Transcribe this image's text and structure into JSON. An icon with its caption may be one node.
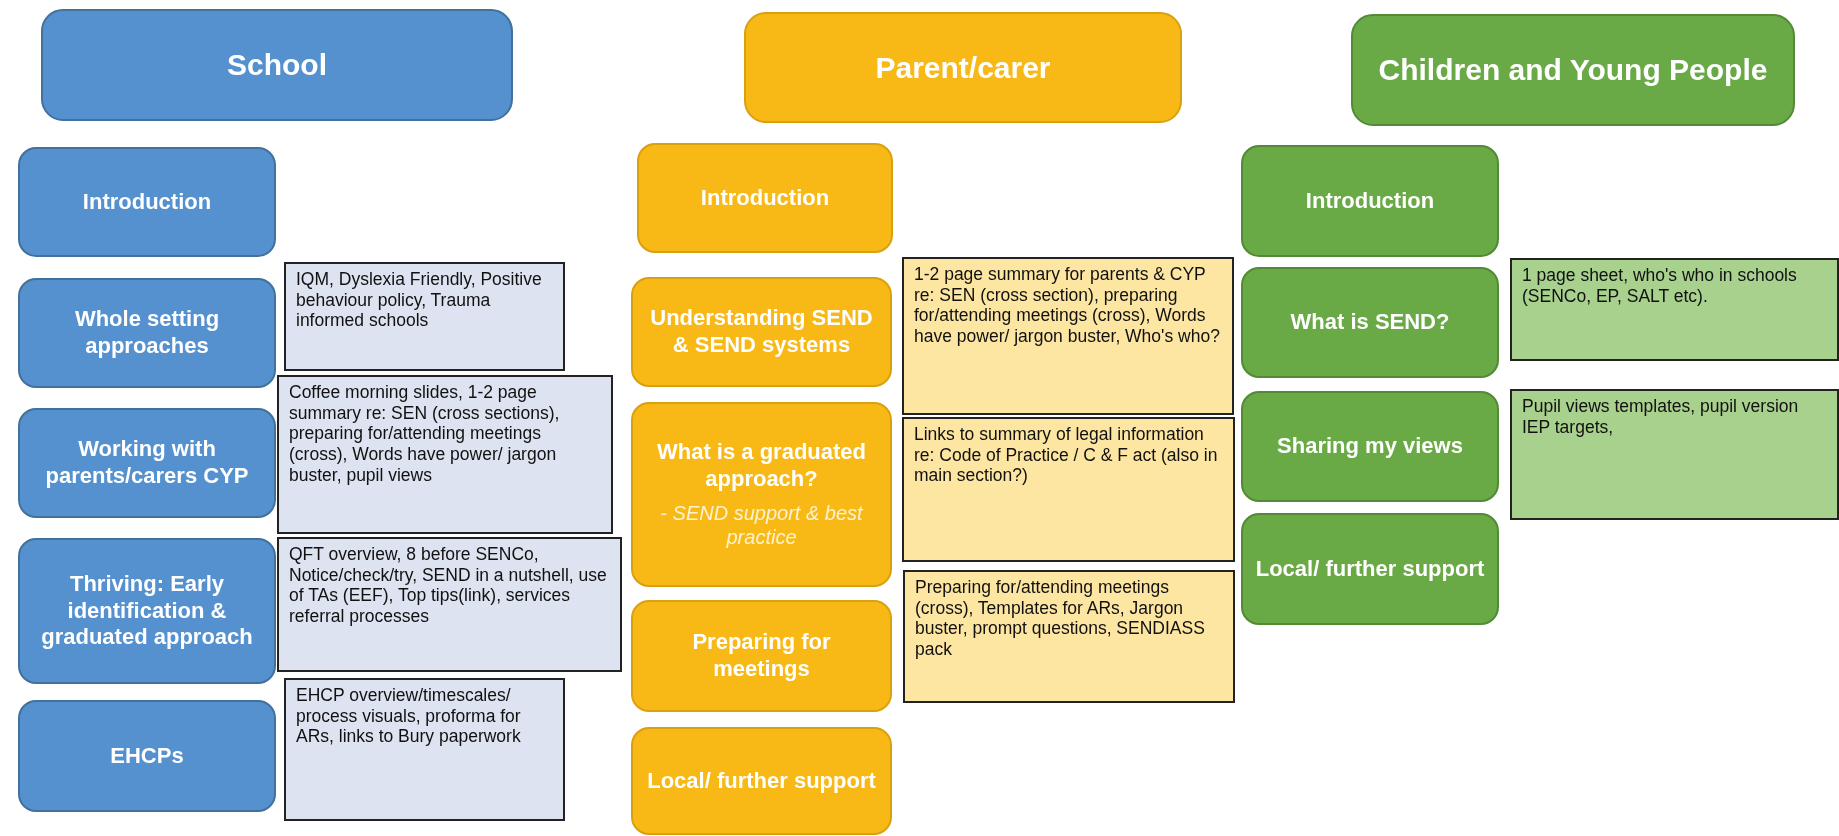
{
  "diagram": {
    "nodes": [
      {
        "text": [
          "School"
        ]
      },
      {
        "text": [
          "Parent/carer"
        ]
      },
      {
        "text": [
          "Children and Young People"
        ]
      },
      {
        "text": [
          "Introduction"
        ]
      },
      {
        "text": [
          "Whole setting approaches"
        ]
      },
      {
        "text": [
          "IQM, Dyslexia Friendly, Positive behaviour policy, Trauma informed schools"
        ]
      },
      {
        "text": [
          "Working with parents/carers CYP"
        ]
      },
      {
        "text": [
          "Coffee morning slides, 1-2 page summary re: SEN (cross sections), preparing for/attending meetings (cross), Words have power/ jargon buster, pupil views"
        ]
      },
      {
        "text": [
          "Thriving: Early identification & graduated approach"
        ]
      },
      {
        "text": [
          "QFT overview, 8 before SENCo, Notice/check/try, SEND in a nutshell, use of TAs (EEF), Top tips(link), services referral processes"
        ]
      },
      {
        "text": [
          "EHCPs"
        ]
      },
      {
        "text": [
          "EHCP overview/timescales/ process visuals, proforma for ARs, links to Bury paperwork"
        ]
      },
      {
        "text": [
          "Introduction"
        ]
      },
      {
        "text": [
          "Understanding SEND & SEND systems"
        ]
      },
      {
        "text": [
          "1-2 page summary for parents & CYP re: SEN (cross section), preparing for/attending meetings (cross), Words have power/ jargon buster, Who's who?"
        ]
      },
      {
        "text": [
          "What is a graduated approach?",
          "- SEND support & best practice"
        ]
      },
      {
        "text": [
          "Links to summary of legal information re: Code of Practice / C & F act (also in main section?)"
        ]
      },
      {
        "text": [
          "Preparing for meetings"
        ]
      },
      {
        "text": [
          "Preparing for/attending meetings (cross), Templates for ARs, Jargon buster, prompt questions, SENDIASS pack"
        ]
      },
      {
        "text": [
          "Local/ further support"
        ]
      },
      {
        "text": [
          "Introduction"
        ]
      },
      {
        "text": [
          "What is SEND?"
        ]
      },
      {
        "text": [
          "1 page sheet, who's who in schools (SENCo, EP, SALT etc)."
        ]
      },
      {
        "text": [
          "Sharing my views"
        ]
      },
      {
        "text": [
          "Pupil views templates, pupil version IEP targets,"
        ]
      },
      {
        "text": [
          "Local/ further support"
        ]
      }
    ],
    "edges": []
  }
}
